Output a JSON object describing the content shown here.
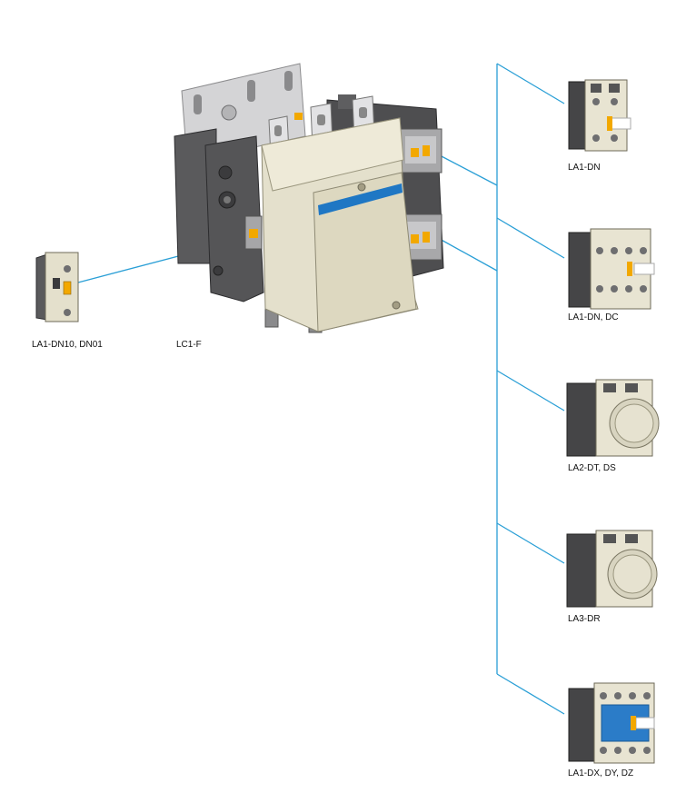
{
  "labels": {
    "side_block": "LA1-DN10, DN01",
    "contactor": "LC1-F",
    "la1_dn": "LA1-DN",
    "la1_dn_dc": "LA1-DN, DC",
    "la2_dt": "LA2-DT, DS",
    "la3_dr": "LA3-DR",
    "la1_dx": "LA1-DX, DY, DZ"
  },
  "colors": {
    "connector_line": "#2a9fd6",
    "contact_orange": "#f2a800",
    "body_beige": "#e4e0cc",
    "housing_dark": "#4a4a4c",
    "plate_grey": "#cfcfd1",
    "stripe_blue": "#1f77c4",
    "la1dx_blue": "#2b7cc8"
  }
}
